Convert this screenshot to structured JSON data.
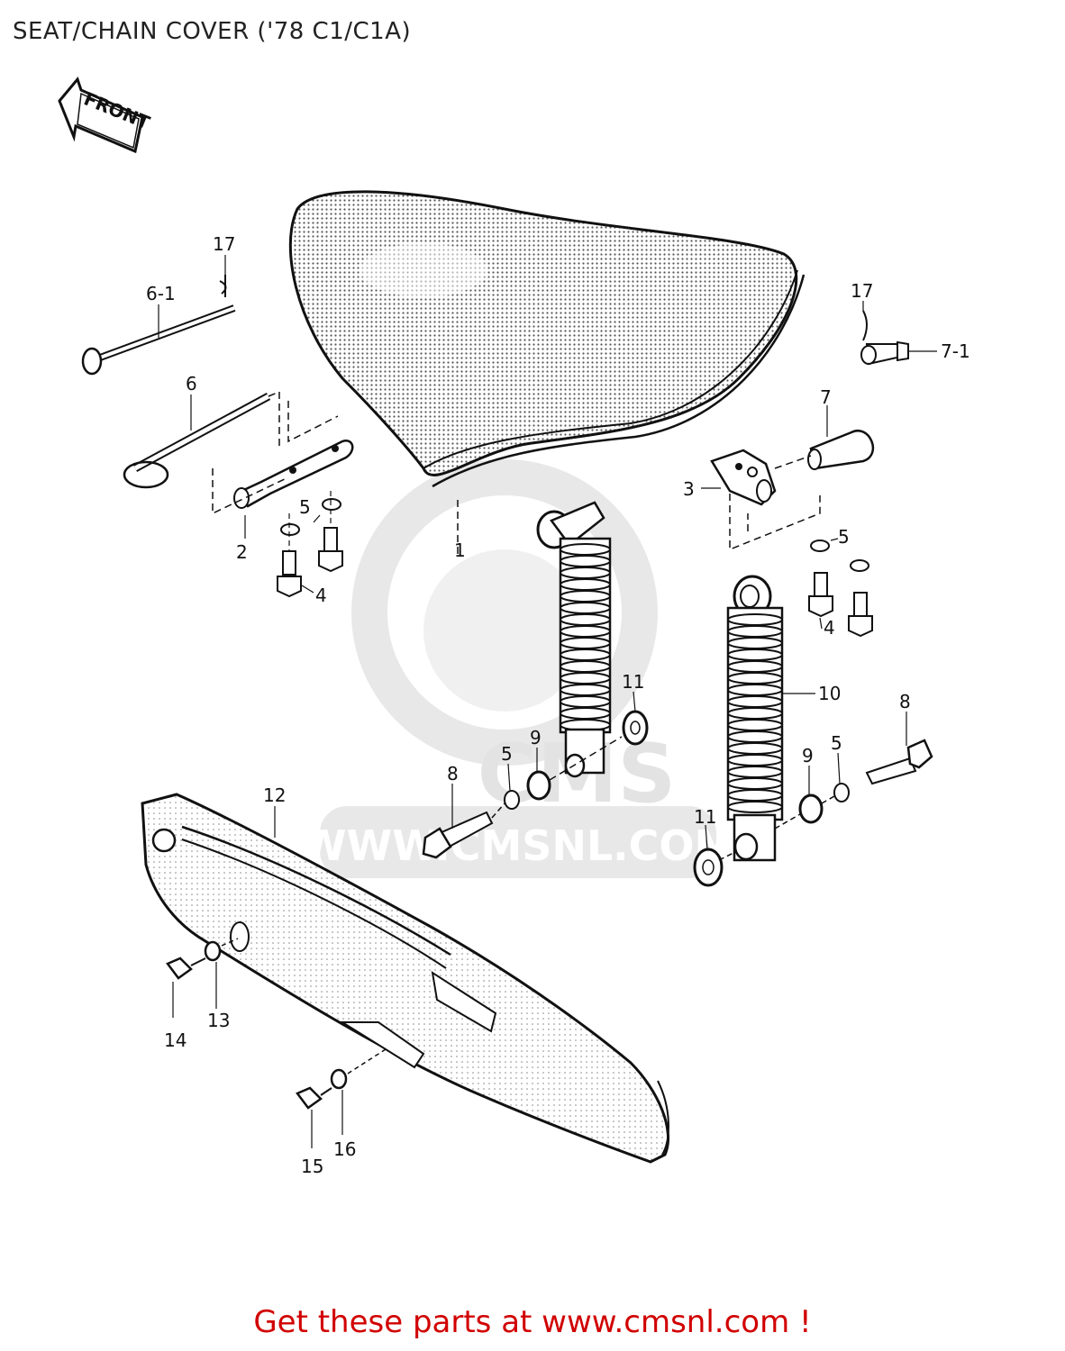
{
  "title": "SEAT/CHAIN COVER ('78 C1/C1A)",
  "front_label": "FRONT",
  "watermark": {
    "logo_text": "CMS",
    "url_text": "WWW.CMSNL.COM",
    "color": "#e6e6e6"
  },
  "callouts": [
    {
      "id": "17a",
      "label": "17"
    },
    {
      "id": "6-1",
      "label": "6-1"
    },
    {
      "id": "6",
      "label": "6"
    },
    {
      "id": "2",
      "label": "2"
    },
    {
      "id": "5a",
      "label": "5"
    },
    {
      "id": "4a",
      "label": "4"
    },
    {
      "id": "1",
      "label": "1"
    },
    {
      "id": "17b",
      "label": "17"
    },
    {
      "id": "7-1",
      "label": "7-1"
    },
    {
      "id": "7",
      "label": "7"
    },
    {
      "id": "3",
      "label": "3"
    },
    {
      "id": "5b",
      "label": "5"
    },
    {
      "id": "4b",
      "label": "4"
    },
    {
      "id": "10",
      "label": "10"
    },
    {
      "id": "8a",
      "label": "8"
    },
    {
      "id": "9a",
      "label": "9"
    },
    {
      "id": "5c",
      "label": "5"
    },
    {
      "id": "11a",
      "label": "11"
    },
    {
      "id": "9b",
      "label": "9"
    },
    {
      "id": "5d",
      "label": "5"
    },
    {
      "id": "8b",
      "label": "8"
    },
    {
      "id": "11b",
      "label": "11"
    },
    {
      "id": "12",
      "label": "12"
    },
    {
      "id": "13",
      "label": "13"
    },
    {
      "id": "14",
      "label": "14"
    },
    {
      "id": "16",
      "label": "16"
    },
    {
      "id": "15",
      "label": "15"
    }
  ],
  "footer": {
    "text": "Get these parts at www.cmsnl.com !",
    "color": "#d10000"
  }
}
